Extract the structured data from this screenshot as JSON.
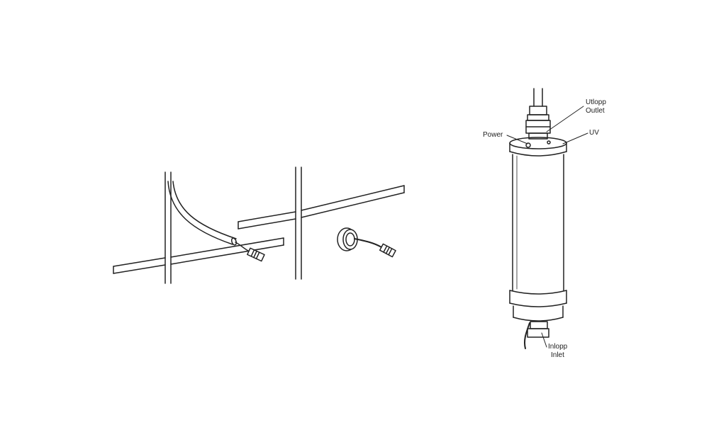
{
  "labels": {
    "utlopp": "Utlopp",
    "outlet": "Outlet",
    "uv": "UV",
    "power": "Power",
    "inlopp": "Inlopp",
    "inlet": "Inlet"
  },
  "colors": {
    "line": "#222222",
    "background": "#ffffff"
  }
}
